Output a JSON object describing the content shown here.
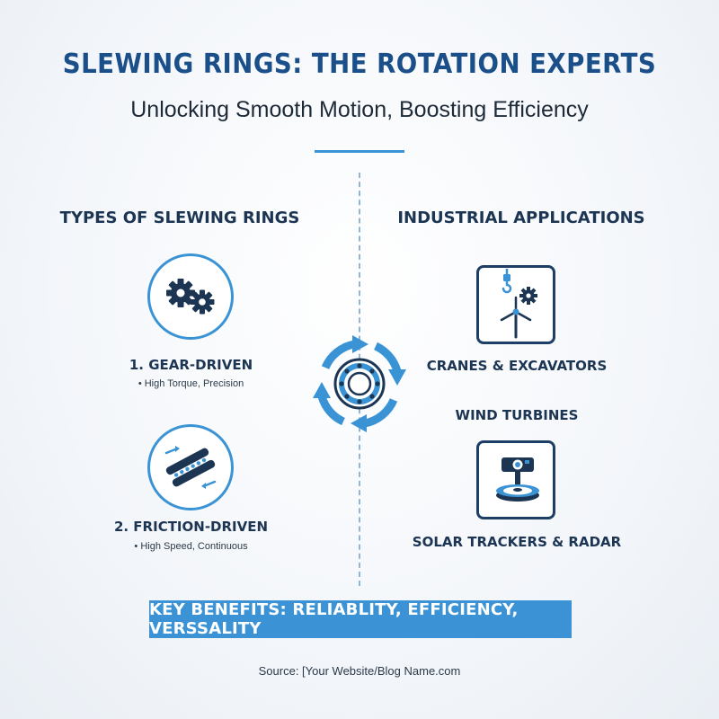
{
  "header": {
    "title": "SLEWING RINGS: THE ROTATION EXPERTS",
    "subtitle": "Unlocking Smooth Motion, Boosting Efficiency"
  },
  "types": {
    "heading": "TYPES OF SLEWING RINGS",
    "items": [
      {
        "label": "1. GEAR-DRIVEN",
        "detail": "• High Torque, Precision",
        "icon": "gears-icon"
      },
      {
        "label": "2. FRICTION-DRIVEN",
        "detail": "• High Speed, Continuous",
        "icon": "friction-rollers-icon"
      }
    ]
  },
  "center": {
    "icon": "rotating-bearing-icon"
  },
  "applications": {
    "heading": "INDUSTRIAL APPLICATIONS",
    "items": [
      {
        "label": "CRANES & EXCAVATORS",
        "icon": "crane-wind-turbine-icon"
      },
      {
        "label": "WIND TURBINES"
      },
      {
        "label": "SOLAR TRACKERS & RADAR",
        "icon": "radar-turntable-icon"
      }
    ]
  },
  "banner": {
    "text": "KEY BENEFITS: RELIABLITY, EFFICIENCY, VERSSALITY"
  },
  "footer": {
    "source": "Source: [Your Website/Blog Name.com"
  },
  "colors": {
    "primary_blue": "#3b93d6",
    "title_blue": "#1b4f8a",
    "dark_navy": "#1c3553"
  }
}
